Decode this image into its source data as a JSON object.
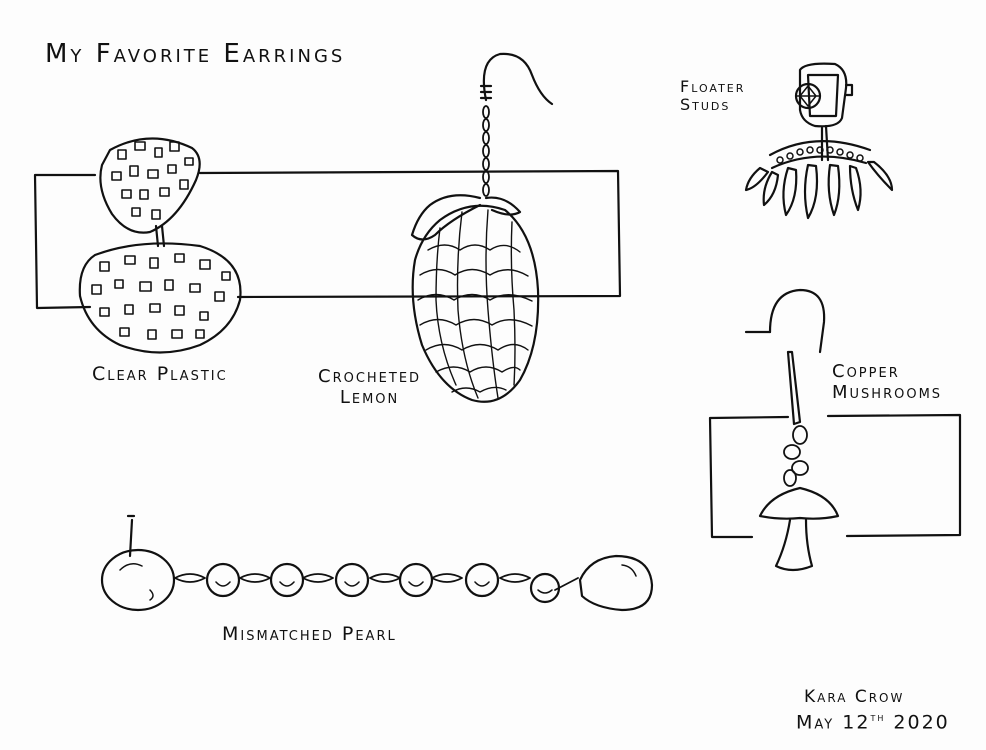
{
  "title": "My Favorite Earrings",
  "labels": {
    "clear_plastic": "Clear Plastic",
    "crocheted_lemon": "Crocheted\nLemon",
    "floater_studs": "Floater\nStuds",
    "copper_mushrooms": "Copper\nMushrooms",
    "mismatched_pearl": "Mismatched Pearl"
  },
  "signature": {
    "artist": "Kara Crow",
    "date_prefix": "May 12",
    "date_suffix": "th",
    "date_year": "2020"
  },
  "colors": {
    "ink": "#111111",
    "paper": "#fdfdfd"
  }
}
